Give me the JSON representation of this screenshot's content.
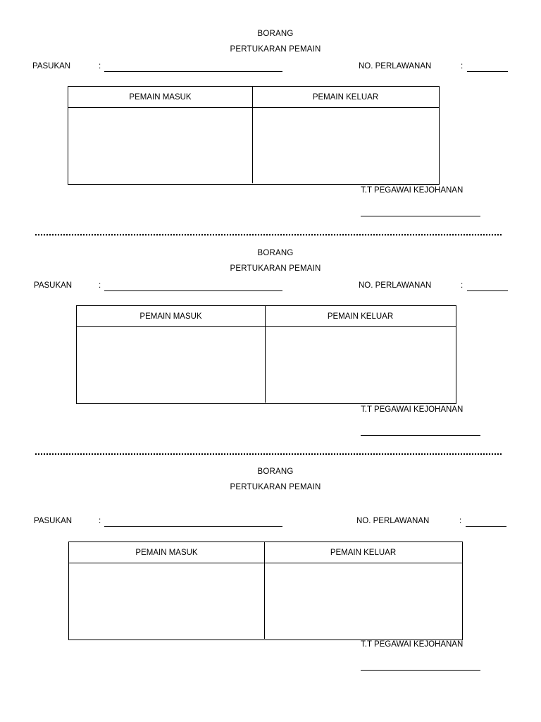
{
  "document": {
    "title": "BORANG PERTUKARAN PEMAIN",
    "separator_style": "dotted-line"
  },
  "labels": {
    "heading_line1": "BORANG",
    "heading_line2": "PERTUKARAN PEMAIN",
    "team": "PASUKAN",
    "colon": ":",
    "match_no": "NO. PERLAWANAN",
    "col_in": "PEMAIN MASUK",
    "col_out": "PEMAIN KELUAR",
    "signature": "T.T PEGAWAI KEJOHANAN"
  },
  "forms": [
    {
      "heading_line1": "BORANG",
      "heading_line2": "PERTUKARAN PEMAIN",
      "team_label": "PASUKAN",
      "team_colon": ":",
      "team_value": "",
      "match_label": "NO. PERLAWANAN",
      "match_colon": ":",
      "match_value": "",
      "col_in": "PEMAIN MASUK",
      "col_out": "PEMAIN KELUAR",
      "cell_in": "",
      "cell_out": "",
      "signature_label": "T.T PEGAWAI KEJOHANAN"
    },
    {
      "heading_line1": "BORANG",
      "heading_line2": "PERTUKARAN PEMAIN",
      "team_label": "PASUKAN",
      "team_colon": ":",
      "team_value": "",
      "match_label": "NO. PERLAWANAN",
      "match_colon": ":",
      "match_value": "",
      "col_in": "PEMAIN MASUK",
      "col_out": "PEMAIN KELUAR",
      "cell_in": "",
      "cell_out": "",
      "signature_label": "T.T PEGAWAI KEJOHANAN"
    },
    {
      "heading_line1": "BORANG",
      "heading_line2": "PERTUKARAN PEMAIN",
      "team_label": "PASUKAN",
      "team_colon": ":",
      "team_value": "",
      "match_label": "NO. PERLAWANAN",
      "match_colon": ":",
      "match_value": "",
      "col_in": "PEMAIN MASUK",
      "col_out": "PEMAIN KELUAR",
      "cell_in": "",
      "cell_out": "",
      "signature_label": "T.T PEGAWAI KEJOHANAN"
    }
  ],
  "colors": {
    "ink": "#000000",
    "paper": "#ffffff"
  }
}
